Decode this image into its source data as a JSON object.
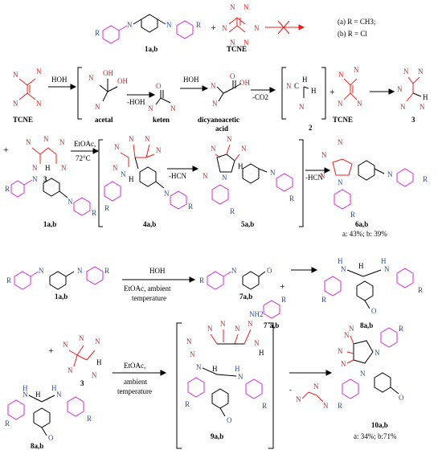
{
  "row1": {
    "label_1ab": "1a,b",
    "label_tcne": "TCNE",
    "legend_a": "(a) R = CH3;",
    "legend_b": "(b) R = Cl",
    "plus": "+"
  },
  "row2": {
    "tcne": "TCNE",
    "hoh1": "HOH",
    "acetal": "acetal",
    "minus_hoh": "-HOH",
    "keten": "keten",
    "hoh2": "HOH",
    "dicyano": "dicyanoacetic",
    "acid": "acid",
    "minus_co2": "-CO2",
    "label2": "2",
    "plus": "+",
    "tcne2": "TCNE",
    "label3": "3"
  },
  "row3": {
    "label3": "3",
    "label1ab": "1a,b",
    "cond1": "EtOAc,",
    "cond2": "72°C",
    "label4ab": "4a,b",
    "minus_hcn1": "-HCN",
    "label5ab": "5a,b",
    "minus_hcn2": "-HCN",
    "label6ab": "6a,b",
    "yield6": "a: 43%; b: 39%"
  },
  "row4": {
    "label1ab": "1a,b",
    "hoh": "HOH",
    "cond1": "EtOAc, ambient",
    "cond2": "temperature",
    "label7ab": "7a,b",
    "plus": "+",
    "label7p": "7`a,b",
    "label8ab": "8a,b"
  },
  "row5": {
    "plus": "+",
    "label3": "3",
    "label8ab": "8a,b",
    "cond1": "EtOAc,",
    "cond2": "ambient",
    "cond3": "temperature",
    "label9ab": "9a,b",
    "label10ab": "10a,b",
    "yield10": "a: 34%; b:71%"
  }
}
